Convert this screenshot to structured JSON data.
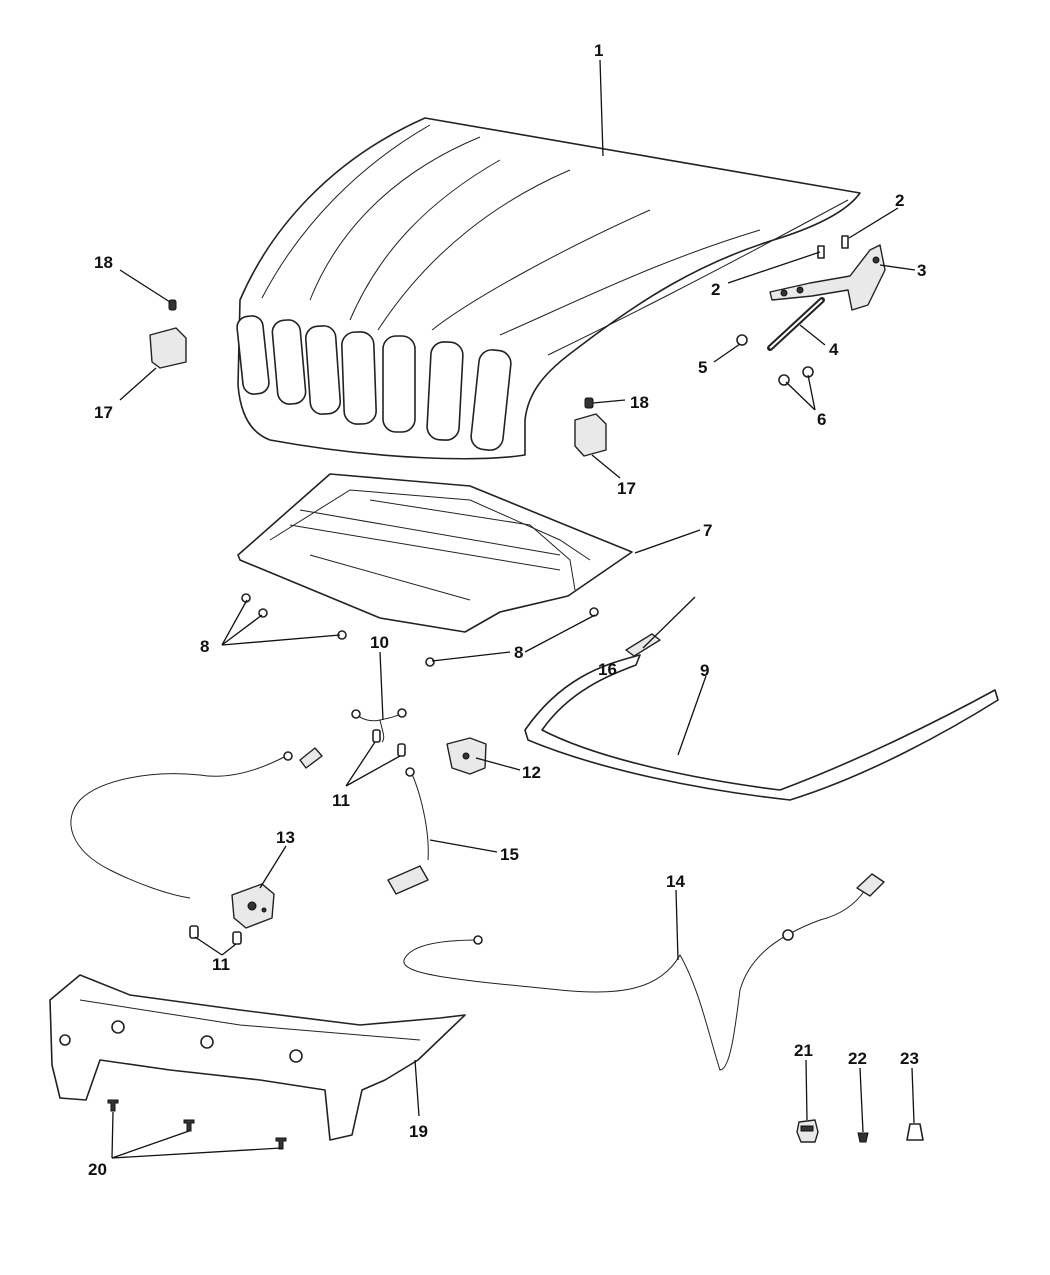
{
  "diagram": {
    "callouts": [
      "1",
      "2",
      "2",
      "3",
      "4",
      "5",
      "6",
      "7",
      "8",
      "8",
      "9",
      "10",
      "11",
      "11",
      "12",
      "13",
      "14",
      "15",
      "16",
      "17",
      "17",
      "18",
      "18",
      "19",
      "20",
      "21",
      "22",
      "23"
    ]
  }
}
